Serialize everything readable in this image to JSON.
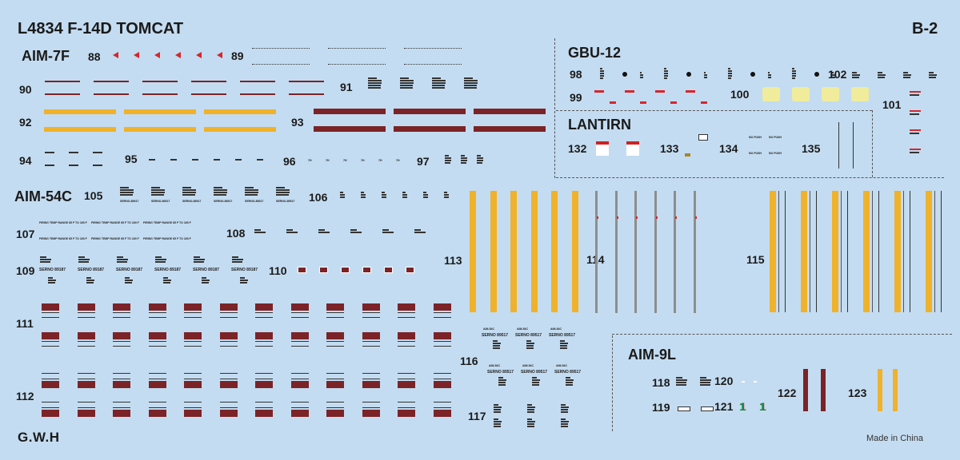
{
  "sheet": {
    "title": "L4834  F-14D TOMCAT",
    "sheet_id": "B-2",
    "logo": "G.W.H",
    "footer": "Made in China"
  },
  "sections": {
    "aim7f": "AIM-7F",
    "gbu12": "GBU-12",
    "lantirn": "LANTIRN",
    "aim54c": "AIM-54C",
    "aim9l": "AIM-9L"
  },
  "numbers": {
    "n88": "88",
    "n89": "89",
    "n90": "90",
    "n91": "91",
    "n92": "92",
    "n93": "93",
    "n94": "94",
    "n95": "95",
    "n96": "96",
    "n97": "97",
    "n98": "98",
    "n99": "99",
    "n100": "100",
    "n101": "101",
    "n102": "102",
    "n105": "105",
    "n106": "106",
    "n107": "107",
    "n108": "108",
    "n109": "109",
    "n110": "110",
    "n111": "111",
    "n112": "112",
    "n113": "113",
    "n114": "114",
    "n115": "115",
    "n116": "116",
    "n117": "117",
    "n118": "118",
    "n119": "119",
    "n120": "120",
    "n121": "121",
    "n122": "122",
    "n123": "123",
    "n132": "132",
    "n133": "133",
    "n134": "134",
    "n135": "135"
  },
  "decal_text": {
    "serno_105": "SERNO-89517",
    "serno_109": "SERNO 89187",
    "firing_temp": "FIRING TEMP RANGE 65 F TO 160 F",
    "no_push": "NO PUSH",
    "aim54c_label": "AIM-54C",
    "serno_116": "SERNO 89517",
    "mark_96": "7H",
    "mark_121": "1"
  },
  "colors": {
    "background": "#c4dcf1",
    "maroon": "#7b2327",
    "orange": "#f0b22a",
    "pale_yellow": "#f1ec9c",
    "red": "#d8252b",
    "gray": "#8e8e8e",
    "green": "#1f8a4c"
  }
}
